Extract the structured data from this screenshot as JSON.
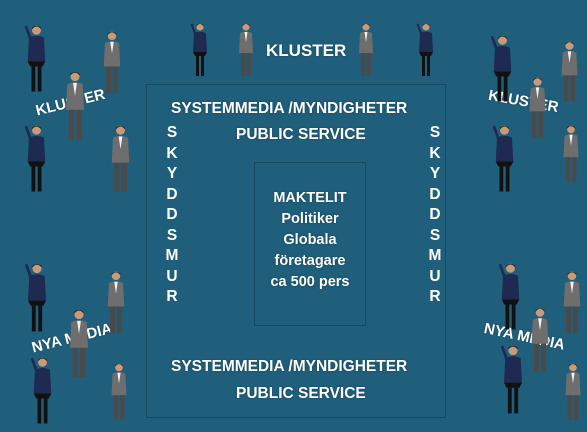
{
  "labels": {
    "kluster_top": "KLUSTER",
    "kluster_left": "KLUSTER",
    "kluster_right": "KLUSTER",
    "nya_media_left": "NYA MEDIA",
    "nya_media_right": "NYA MEDIA"
  },
  "frame": {
    "top_line1": "SYSTEMMEDIA /MYNDIGHETER",
    "top_line2": "PUBLIC SERVICE",
    "bottom_line1": "SYSTEMMEDIA /MYNDIGHETER",
    "bottom_line2": "PUBLIC SERVICE",
    "wall_letters": [
      "S",
      "K",
      "Y",
      "D",
      "D",
      "S",
      "M",
      "U",
      "R"
    ]
  },
  "center": {
    "line1": "MAKTELIT",
    "line2": "Politiker",
    "line3": "Globala",
    "line4": "företagare",
    "line5": "ca 500 pers"
  },
  "colors": {
    "background": "#1f5f7c",
    "box_border": "#17485e",
    "text": "#ffffff",
    "woman_figure": "#1f2a52",
    "man_figure": "#6e6e6e"
  }
}
